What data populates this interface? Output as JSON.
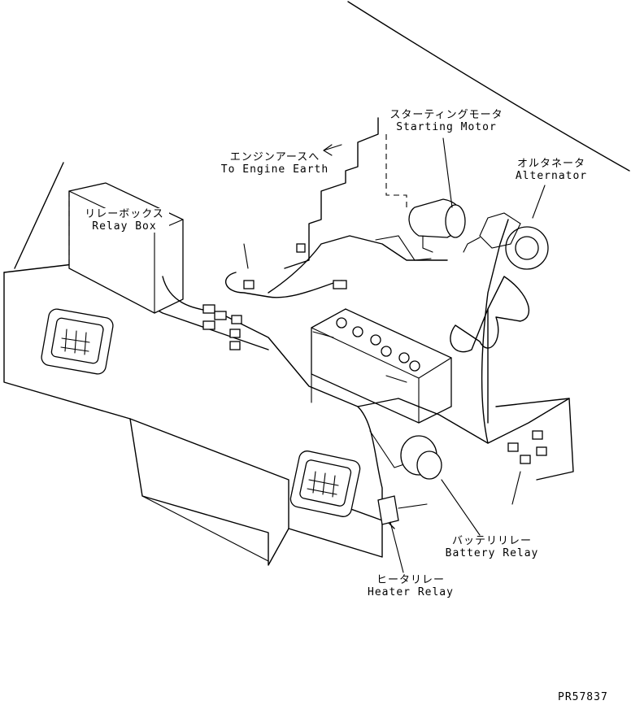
{
  "labels": {
    "starting_motor": {
      "ja": "スターティングモータ",
      "en": "Starting Motor"
    },
    "engine_earth": {
      "ja": "エンジンアースへ",
      "en": "To Engine Earth"
    },
    "alternator": {
      "ja": "オルタネータ",
      "en": "Alternator"
    },
    "relay_box": {
      "ja": "リレーボックス",
      "en": "Relay Box"
    },
    "battery_relay": {
      "ja": "バッテリリレー",
      "en": "Battery Relay"
    },
    "heater_relay": {
      "ja": "ヒータリレー",
      "en": "Heater Relay"
    }
  },
  "drawing_code": "PR57837"
}
